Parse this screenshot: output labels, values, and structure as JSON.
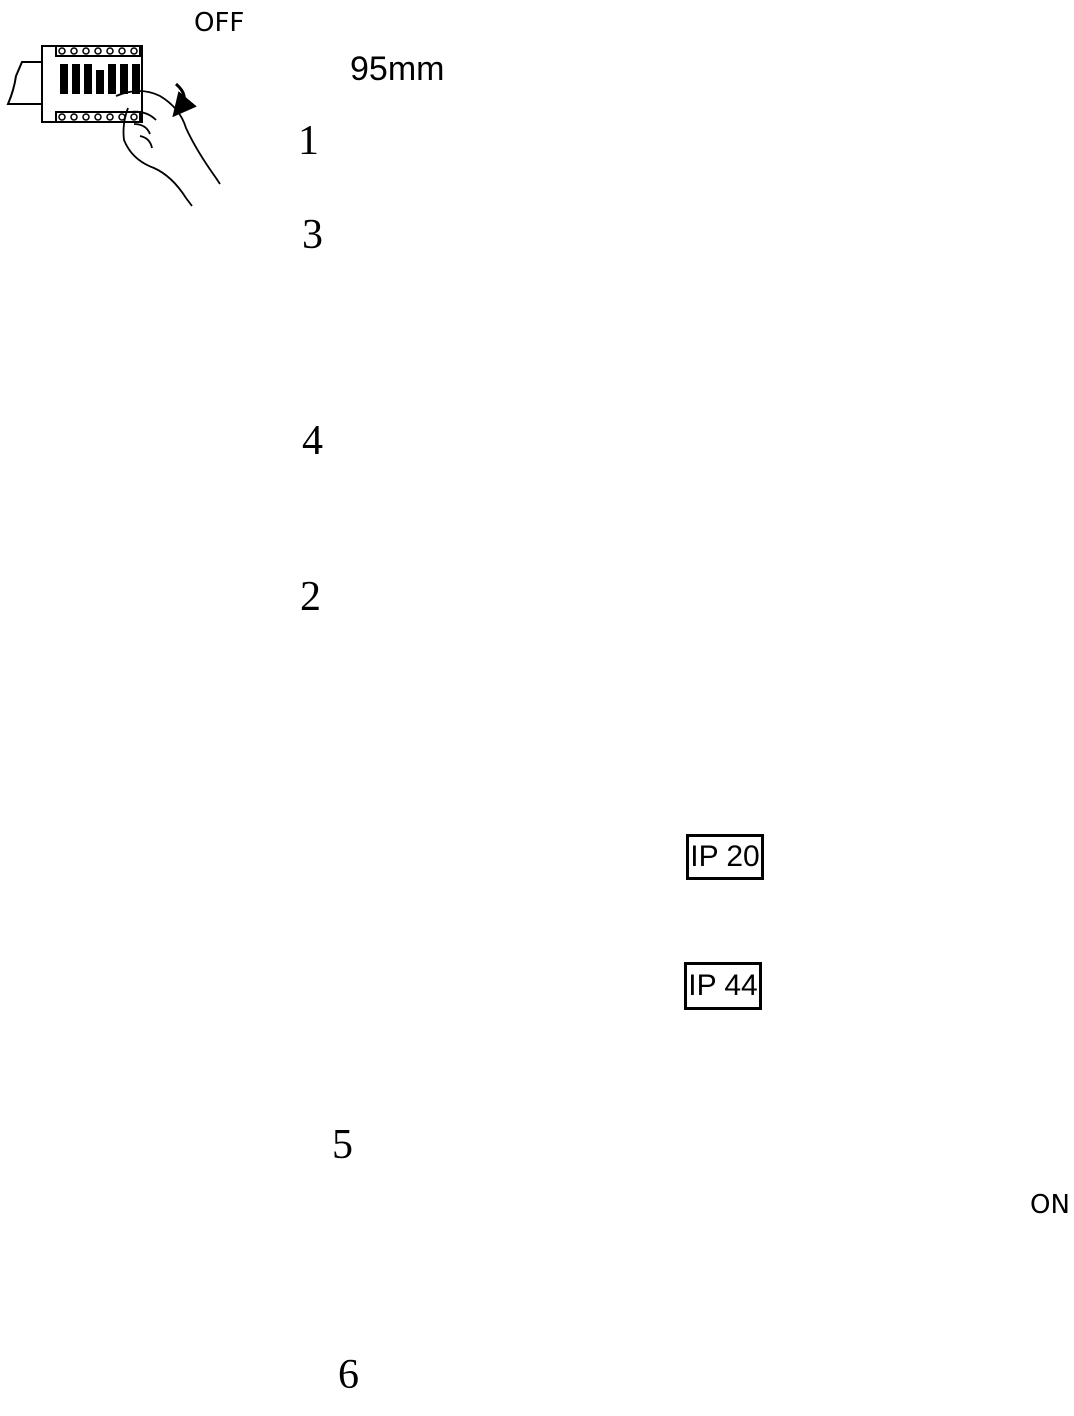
{
  "switch_off_label": "OFF",
  "switch_on_label": "ON",
  "cutout": "95mm",
  "ip_ratings": {
    "above": "IP 20",
    "below": "IP 44"
  },
  "steps": {
    "s1": "1",
    "s2": "2",
    "s3": "3",
    "s4": "4",
    "s5": "5",
    "s6": "6"
  },
  "icons": [
    "breaker-switch-icon",
    "hand-icon",
    "hole-cutout-icon",
    "wire-icon",
    "connector-icon",
    "downlight-icon",
    "trim-ring-icon",
    "gu10-bulb-icon",
    "rotate-arrow-icon"
  ]
}
